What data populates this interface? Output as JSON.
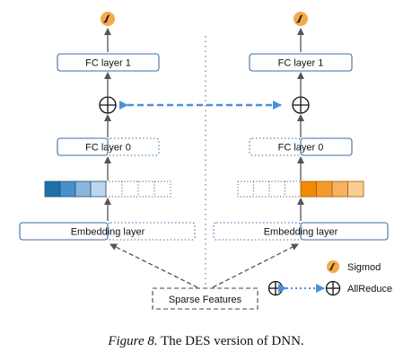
{
  "diagram": {
    "left_tower": {
      "fc1_label": "FC layer 1",
      "fc0_label": "FC layer 0",
      "embedding_label": "Embedding layer"
    },
    "right_tower": {
      "fc1_label": "FC layer 1",
      "fc0_label": "FC layer 0",
      "embedding_label": "Embedding layer"
    },
    "input_label": "Sparse Features",
    "legend": {
      "sigmoid_label": "Sigmod",
      "allreduce_label": "AllReduce"
    },
    "colors": {
      "left_embedding": [
        "#1f6fa8",
        "#4a8fcc",
        "#8ab5dd",
        "#bcd4ec"
      ],
      "right_embedding": [
        "#f08a00",
        "#f39a2a",
        "#f6b261",
        "#f9cc95"
      ],
      "sigmoid_fill": "#f4a94a",
      "allreduce_arrow": "#4a90d9",
      "box_border": "#3b6ea8"
    }
  },
  "caption": {
    "figure_label": "Figure 8.",
    "text": " The DES version of DNN."
  }
}
